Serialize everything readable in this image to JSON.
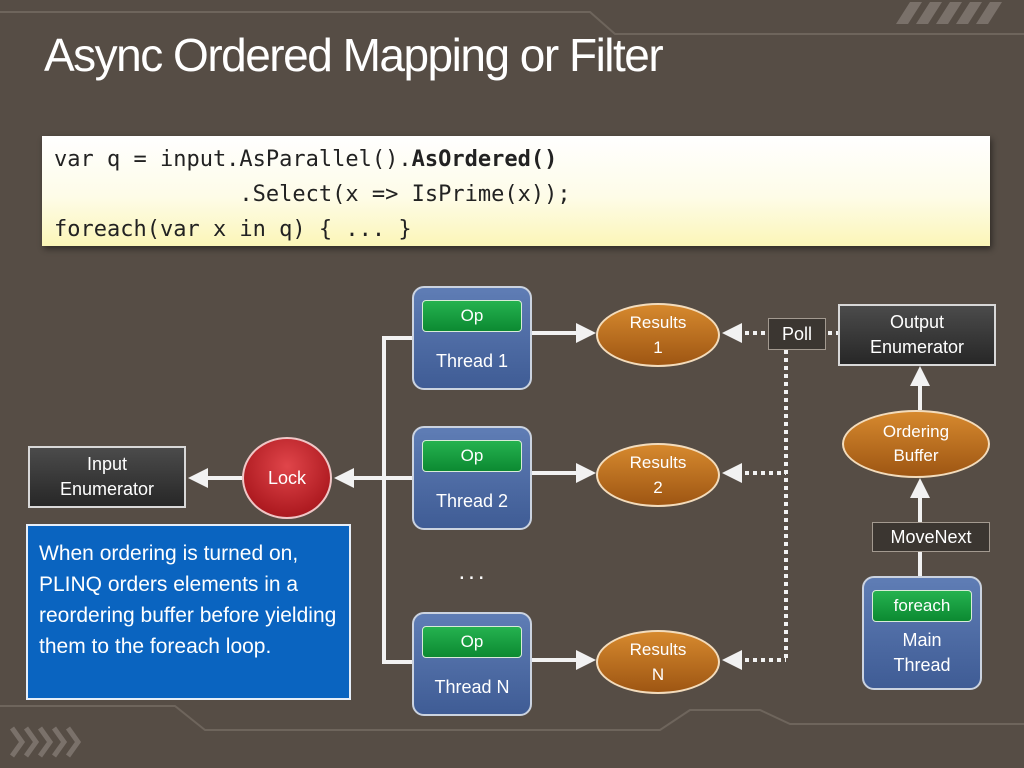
{
  "title": "Async Ordered Mapping or Filter",
  "code": {
    "line1_prefix": "var q = input.AsParallel().",
    "line1_bold": "AsOrdered()",
    "line2": "              .Select(x => IsPrime(x));",
    "line3": "foreach(var x in q) { ... }"
  },
  "diagram": {
    "input_enumerator": "Input\nEnumerator",
    "lock": "Lock",
    "threads": [
      {
        "op": "Op",
        "label": "Thread 1"
      },
      {
        "op": "Op",
        "label": "Thread 2"
      },
      {
        "op": "Op",
        "label": "Thread N"
      }
    ],
    "ellipsis": "...",
    "results": [
      "Results\n1",
      "Results\n2",
      "Results\nN"
    ],
    "poll": "Poll",
    "output_enumerator": "Output\nEnumerator",
    "ordering_buffer": "Ordering\nBuffer",
    "move_next": "MoveNext",
    "main_thread": {
      "op": "foreach",
      "label": "Main\nThread"
    }
  },
  "note": "When ordering is turned on, PLINQ orders elements in a reordering buffer before yielding them to the foreach loop.",
  "colors": {
    "background": "#564d45",
    "thread_blue": "#4a68a3",
    "op_green": "#1a9e40",
    "results_orange": "#c27422",
    "lock_red": "#c5262c",
    "note_blue": "#0a64c0"
  }
}
